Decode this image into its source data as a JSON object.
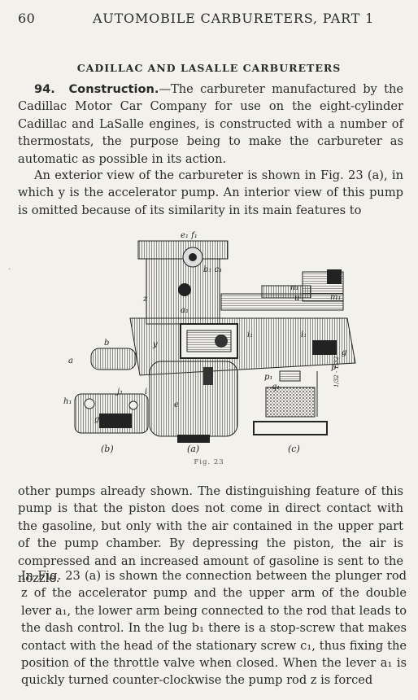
{
  "header": {
    "page_number": "60",
    "running_title": "AUTOMOBILE CARBURETERS, PART 1"
  },
  "section_heading": "CADILLAC AND LASALLE CARBURETERS",
  "paragraph1": {
    "number": "94.",
    "lead": "Construction.",
    "text": "—The carbureter manufactured by the Cadillac Motor Car Company for use on the eight-cylinder Cadillac and LaSalle engines, is constructed with a number of thermostats, the purpose being to make the carbureter as automatic as possible in its action."
  },
  "paragraph2": "An exterior view of the carbureter is shown in Fig. 23 (a), in which y is the accelerator pump. An interior view of this pump is omitted because of its similarity in its main features to",
  "figure": {
    "caption": "Fig. 23",
    "panel_labels": [
      "(b)",
      "(a)",
      "(c)"
    ],
    "part_labels": {
      "e1f1": "e₁ f₁",
      "z": "z",
      "b1c1": "b₁ c₁",
      "a1": "a₁",
      "n1": "n₁",
      "o": "o",
      "u": "u",
      "m1": "m₁",
      "i1": "i₁",
      "l1": "l₁",
      "g": "g",
      "p": "p",
      "y": "y",
      "a": "a",
      "b": "b",
      "j1": "j₁",
      "h1": "h₁",
      "i": "i",
      "g1": "g₁",
      "e": "e",
      "p1": "p₁",
      "q1": "q₁",
      "dims": "1/32 - 1/32"
    }
  },
  "paragraph3": "other pumps already shown. The distinguishing feature of this pump is that the piston does not come in direct contact with the gasoline, but only with the air contained in the upper part of the pump chamber. By depressing the piston, the air is compressed and an increased amount of gasoline is sent to the nozzle.",
  "paragraph4": "In Fig. 23 (a) is shown the connection between the plunger rod z of the accelerator pump and the upper arm of the double lever a₁, the lower arm being connected to the rod that leads to the dash control. In the lug b₁ there is a stop-screw that makes contact with the head of the stationary screw c₁, thus fixing the position of the throttle valve when closed. When the lever a₁ is quickly turned counter-clockwise the pump rod z is forced"
}
